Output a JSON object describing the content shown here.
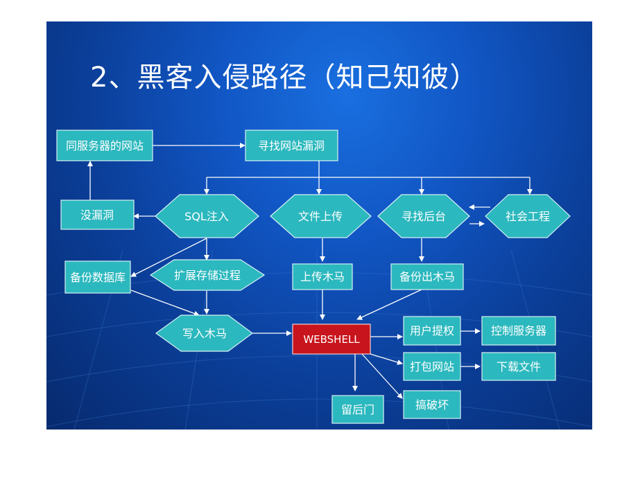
{
  "title": "2、黑客入侵路径（知己知彼）",
  "colors": {
    "node_fill": "#2bb8be",
    "node_stroke": "#d8f2f4",
    "webshell_fill": "#c8141c",
    "arrow": "#ffffff"
  },
  "nodes": {
    "same_server_site": "同服务器的网站",
    "find_site_vuln": "寻找网站漏洞",
    "no_vuln": "没漏洞",
    "sql_injection": "SQL注入",
    "file_upload": "文件上传",
    "find_admin": "寻找后台",
    "social_engineering": "社会工程",
    "backup_database": "备份数据库",
    "extended_stored_procedure": "扩展存储过程",
    "upload_trojan": "上传木马",
    "backup_out_trojan": "备份出木马",
    "write_trojan": "写入木马",
    "webshell": "WEBSHELL",
    "privilege_escalation": "用户提权",
    "control_server": "控制服务器",
    "package_site": "打包网站",
    "download_files": "下载文件",
    "leave_backdoor": "留后门",
    "sabotage": "搞破坏"
  }
}
